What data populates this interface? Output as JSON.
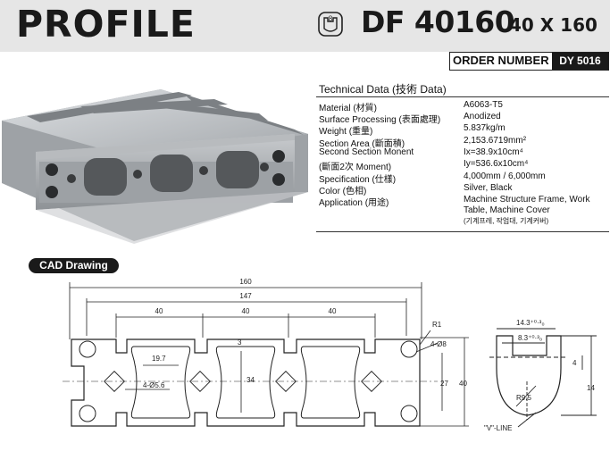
{
  "header": {
    "title": "PROFILE",
    "slot_badge": "8",
    "model": "DF 40160",
    "size": "40 X 160"
  },
  "order": {
    "label": "ORDER NUMBER",
    "value": "DY 5016"
  },
  "technical_data": {
    "heading": "Technical Data (技術 Data)",
    "rows": [
      {
        "label": "Material (材質)",
        "value": "A6063-T5"
      },
      {
        "label": "Surface Processing (表面處理)",
        "value": "Anodized"
      },
      {
        "label": "Weight (重量)",
        "value": "5.837kg/m"
      },
      {
        "label": "Section Area (斷面積)",
        "value": "2,153.6719mm²"
      },
      {
        "label": "Second Section Monent",
        "value": "Ix=38.9x10cm⁴"
      },
      {
        "label": "(斷面2次 Moment)",
        "value": "Iy=536.6x10cm⁴"
      },
      {
        "label": "Specification (仕樣)",
        "value": "4,000mm / 6,000mm"
      },
      {
        "label": "Color (色相)",
        "value": "Silver, Black"
      },
      {
        "label": "Application (用途)",
        "value": "Machine Structure Frame, Work Table, Machine Cover",
        "note": "(기계프레, 작업대, 기계커버)"
      }
    ]
  },
  "cad": {
    "label": "CAD Drawing"
  },
  "drawing": {
    "dims": {
      "overall_width": "160",
      "inner_width": "147",
      "pitch_1": "40",
      "pitch_2": "40",
      "pitch_3": "40",
      "radius": "R1",
      "hole": "4-Ø8",
      "slot_opening": "19.7",
      "small_holes": "4-Ø5.6",
      "inner_height": "34",
      "web": "3",
      "height_27": "27",
      "height_40": "40"
    },
    "detail": {
      "top": "14.3⁺⁰·³₀",
      "neck": "8.3⁺⁰·³₀",
      "depth": "4",
      "height": "14",
      "radius": "R9.5",
      "v_line": "\"V\"-LINE"
    }
  },
  "colors": {
    "band": "#e6e6e6",
    "ink": "#1a1a1a",
    "metal": "#a9acb0"
  }
}
